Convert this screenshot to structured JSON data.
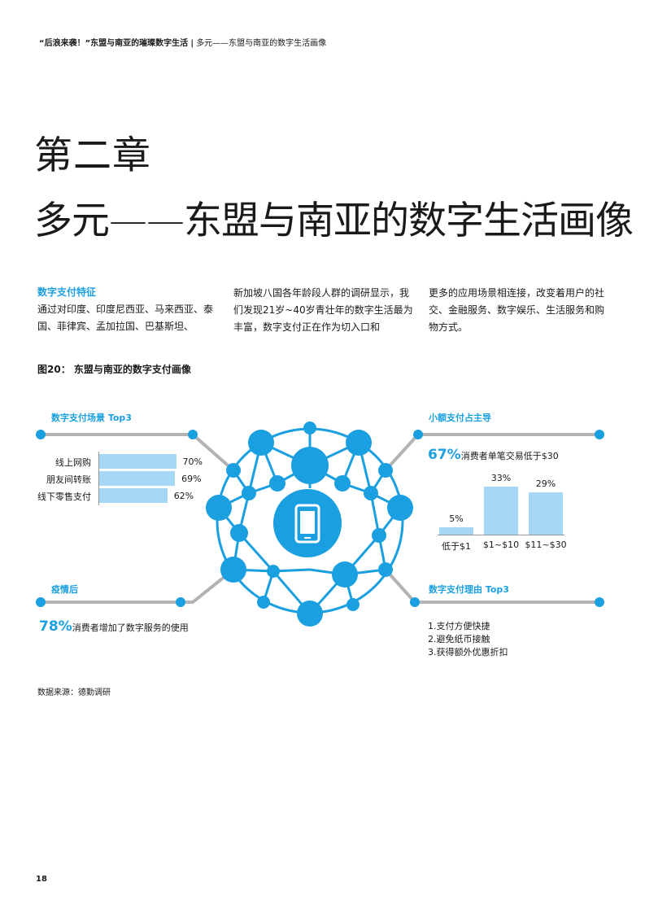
{
  "header": {
    "bold": "“后浪来袭！”东盟与南亚的璀璨数字生活",
    "separator": "|",
    "rest": "多元——东盟与南亚的数字生活画像"
  },
  "chapter": {
    "title": "第二章",
    "subtitle": "多元——东盟与南亚的数字生活画像"
  },
  "intro": {
    "heading": "数字支付特征",
    "col1": "通过对印度、印度尼西亚、马来西亚、泰国、菲律宾、孟加拉国、巴基斯坦、",
    "col2": "新加坡八国各年龄段人群的调研显示，我们发现21岁~40岁青壮年的数字生活最为丰富，数字支付正在作为切入口和",
    "col3": "更多的应用场景相连接，改变着用户的社交、金融服务、数字娱乐、生活服务和购物方式。"
  },
  "figure": {
    "title": "图20： 东盟与南亚的数字支付画像"
  },
  "scenarios": {
    "label": "数字支付场景 Top3",
    "chart_data": {
      "type": "bar",
      "orientation": "horizontal",
      "categories": [
        "线上网购",
        "朋友间转账",
        "线下零售支付"
      ],
      "values": [
        70,
        69,
        62
      ],
      "value_labels": [
        "70%",
        "69%",
        "62%"
      ]
    }
  },
  "micro": {
    "label": "小额支付占主导",
    "pct": "67%",
    "desc": "消费者单笔交易低于$30",
    "chart_data": {
      "type": "bar",
      "categories": [
        "低于$1",
        "$1~$10",
        "$11~$30"
      ],
      "values": [
        5,
        33,
        29
      ],
      "value_labels": [
        "5%",
        "33%",
        "29%"
      ]
    }
  },
  "pandemic": {
    "label": "疫情后",
    "pct": "78%",
    "desc": "消费者增加了数字服务的使用"
  },
  "reasons": {
    "label": "数字支付理由 Top3",
    "items": [
      "1.支付方便快捷",
      "2.避免纸币接触",
      "3.获得额外优惠折扣"
    ]
  },
  "icons": {
    "center": "smartphone-icon"
  },
  "colors": {
    "accent": "#1a9fe0",
    "bar": "#a5d8f4",
    "line": "#b3b3b3"
  },
  "source": "数据来源：德勤调研",
  "page_number": "18"
}
